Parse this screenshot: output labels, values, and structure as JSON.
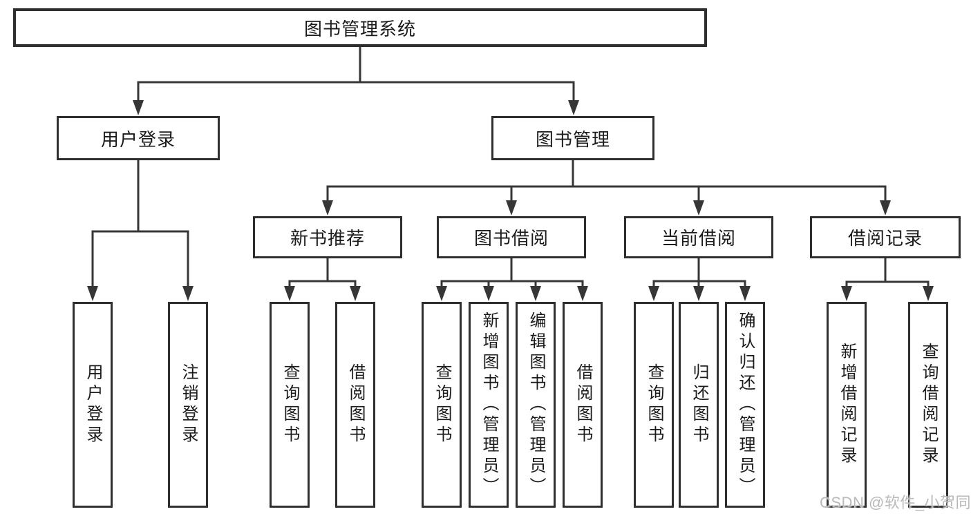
{
  "diagram": {
    "watermark": "CSDN @软件_小贺同学",
    "colors": {
      "line": "#363636",
      "border": "#2e2e2e",
      "text": "#1b1b1b",
      "watermark": "#b9b9b9",
      "background": "#ffffff"
    },
    "root": {
      "label": "图书管理系统",
      "children": [
        {
          "label": "用户登录",
          "children": [
            {
              "label": "用户登录"
            },
            {
              "label": "注销登录"
            }
          ]
        },
        {
          "label": "图书管理",
          "children": [
            {
              "label": "新书推荐",
              "children": [
                {
                  "label": "查询图书"
                },
                {
                  "label": "借阅图书"
                }
              ]
            },
            {
              "label": "图书借阅",
              "children": [
                {
                  "label": "查询图书"
                },
                {
                  "label": "新增图书（管理员）"
                },
                {
                  "label": "编辑图书（管理员）"
                },
                {
                  "label": "借阅图书"
                }
              ]
            },
            {
              "label": "当前借阅",
              "children": [
                {
                  "label": "查询图书"
                },
                {
                  "label": "归还图书"
                },
                {
                  "label": "确认归还（管理员）"
                }
              ]
            },
            {
              "label": "借阅记录",
              "children": [
                {
                  "label": "新增借阅记录"
                },
                {
                  "label": "查询借阅记录"
                }
              ]
            }
          ]
        }
      ]
    }
  }
}
